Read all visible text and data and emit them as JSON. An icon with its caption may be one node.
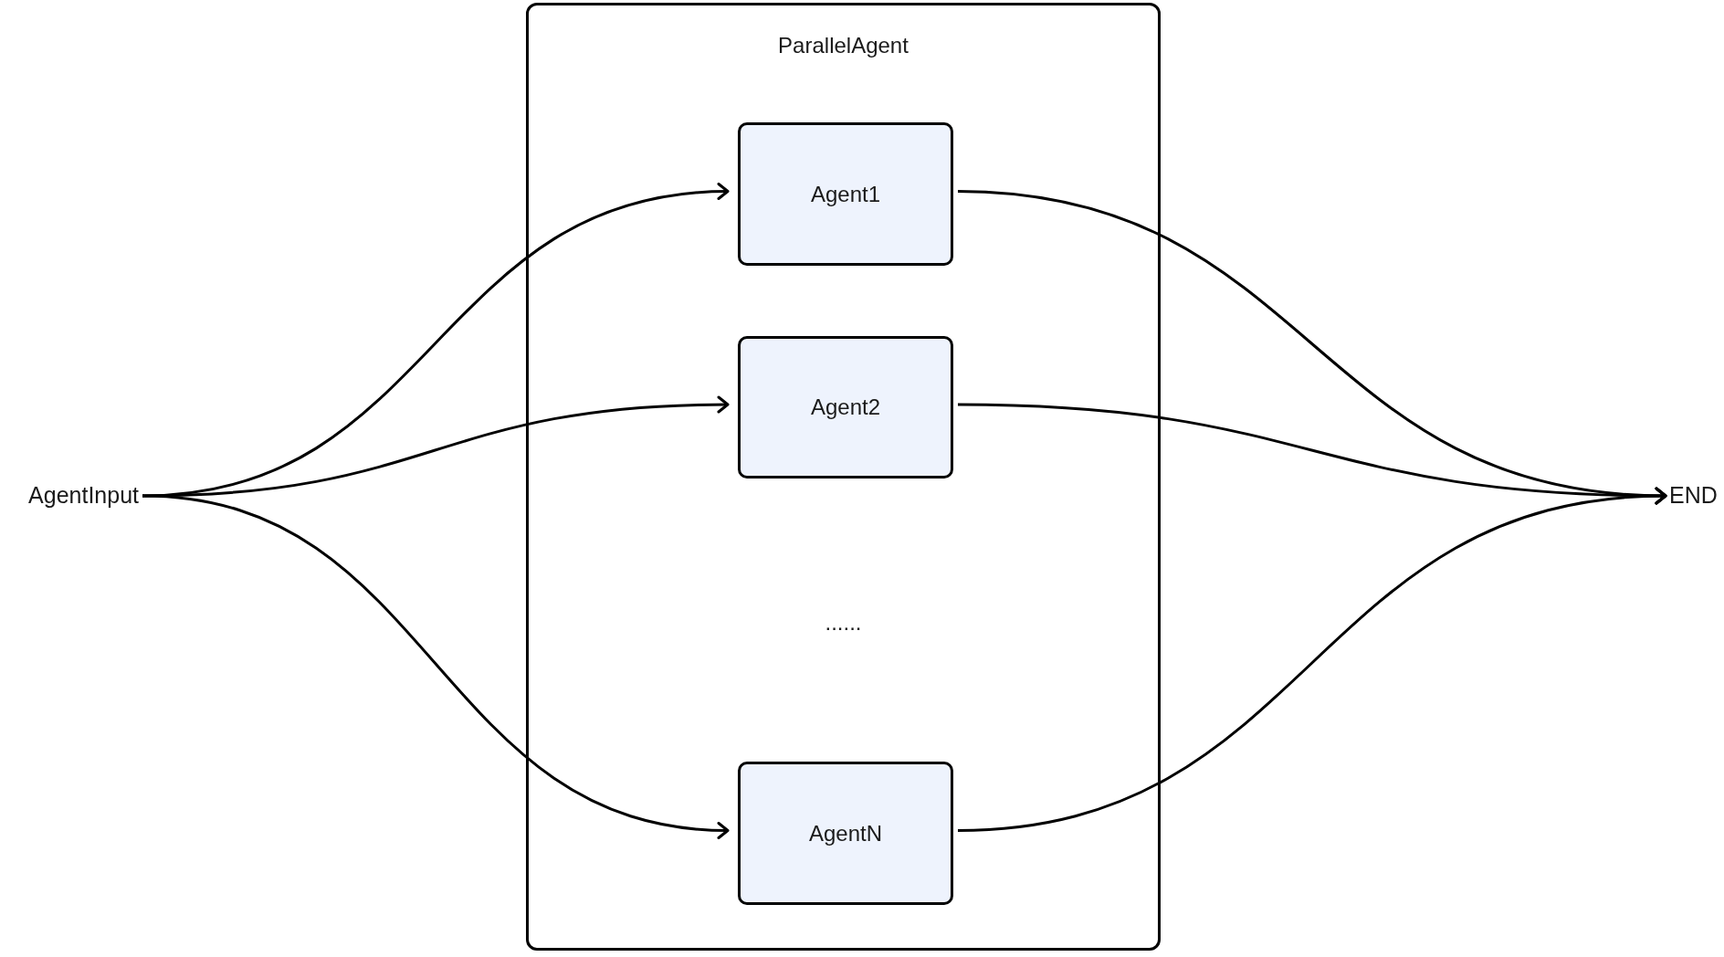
{
  "diagram": {
    "nodes": [
      {
        "text": [
          "ParallelAgent"
        ]
      },
      {
        "text": [
          "Agent1"
        ],
        "in": 0
      },
      {
        "text": [
          "Agent2"
        ],
        "in": 0
      },
      {
        "text": [
          "AgentN"
        ],
        "in": 0
      },
      {
        "text": [
          "AgentInput"
        ]
      },
      {
        "text": [
          "END"
        ]
      }
    ],
    "edges": [
      {
        "from": 4,
        "to": 1,
        "arrow": "to"
      },
      {
        "from": 4,
        "to": 2,
        "arrow": "to"
      },
      {
        "from": 4,
        "to": 3,
        "arrow": "to"
      },
      {
        "from": 1,
        "to": 5,
        "arrow": "to"
      },
      {
        "from": 2,
        "to": 5,
        "arrow": "to"
      },
      {
        "from": 3,
        "to": 5,
        "arrow": "to"
      }
    ],
    "labels": [
      "......"
    ]
  }
}
